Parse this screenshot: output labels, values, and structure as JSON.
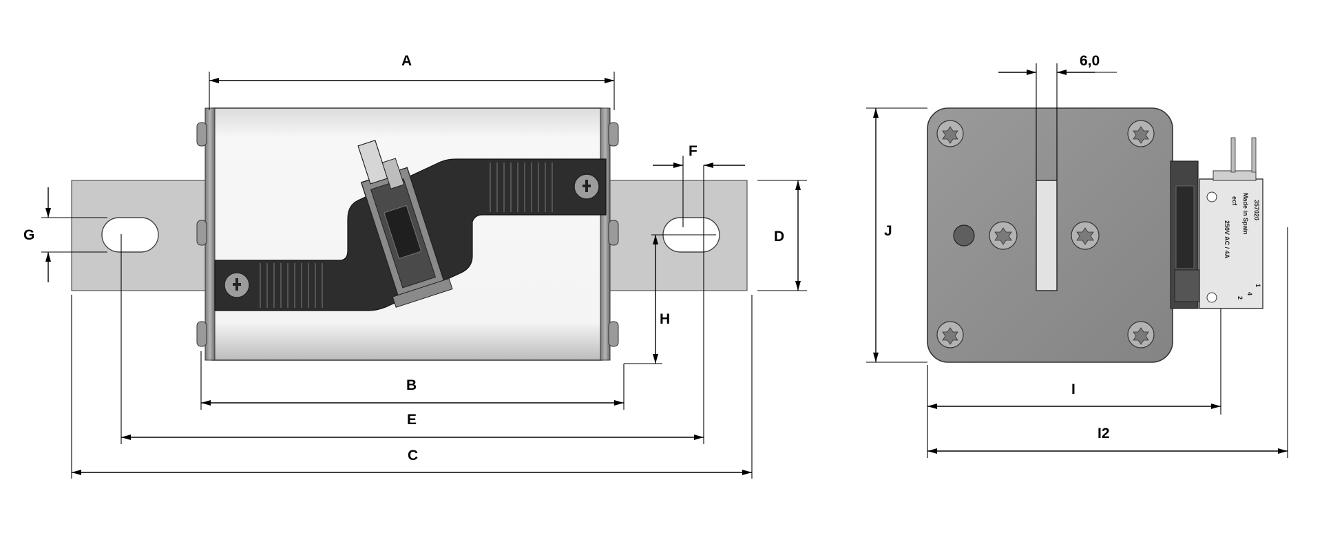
{
  "colors": {
    "background": "#ffffff",
    "rail": "#c9c9c9",
    "body": "#f2f2f2",
    "plate": "#8f8f8f",
    "lever": "#2d2d2d",
    "switch": "#e6e6e6"
  },
  "dimensions": {
    "A": "A",
    "B": "B",
    "C": "C",
    "D": "D",
    "E": "E",
    "F": "F",
    "G": "G",
    "H": "H",
    "I": "I",
    "I2": "I2",
    "J": "J",
    "gap": "6,0"
  },
  "switch_marking": {
    "brand": "ecf",
    "model": "357020",
    "origin": "Made in Spain",
    "rating": "250V AC / 4A",
    "pin_1": "1",
    "pin_2": "2",
    "pin_4": "4"
  },
  "icons": [
    "phillips-screw-icon",
    "torx-screw-icon",
    "arrowhead-icon"
  ]
}
